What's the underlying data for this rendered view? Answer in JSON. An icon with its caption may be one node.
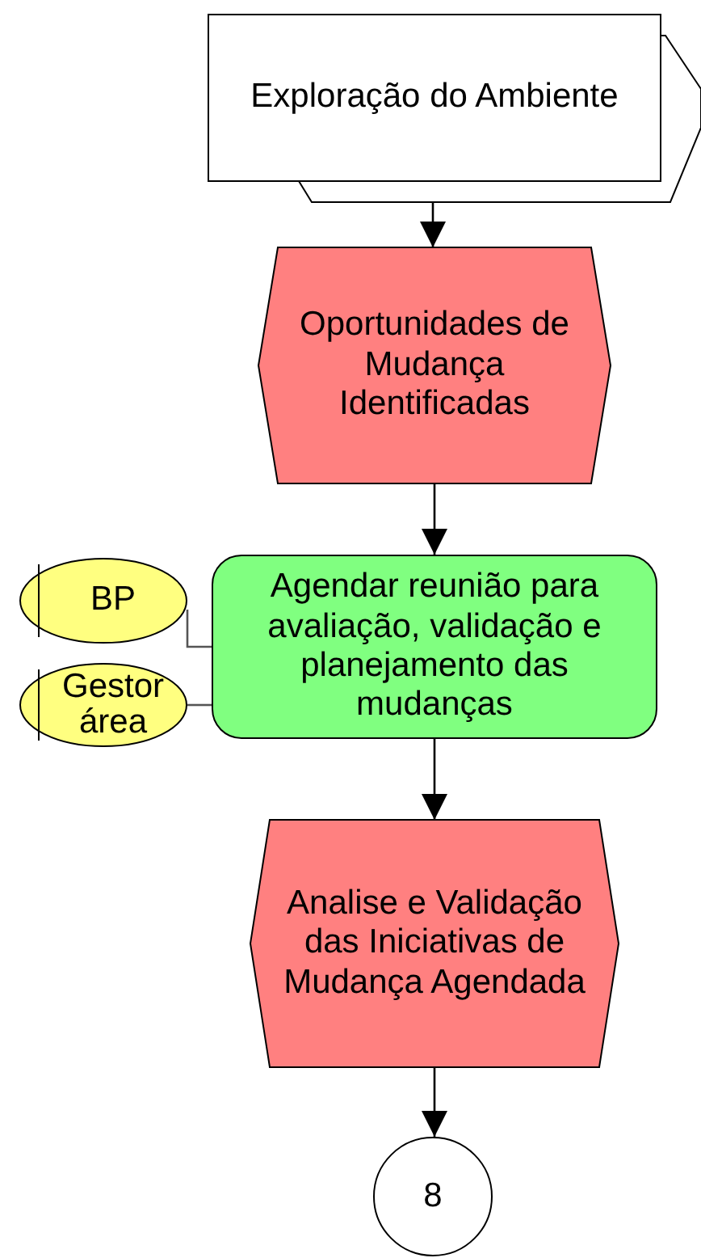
{
  "diagram": {
    "nodes": [
      {
        "text": [
          "Exploração do Ambiente"
        ]
      },
      {
        "text": [
          "Oportunidades de Mudança Identificadas"
        ]
      },
      {
        "text": [
          "Agendar reunião para avaliação, validação e planejamento das mudanças"
        ]
      },
      {
        "text": [
          "BP"
        ]
      },
      {
        "text": [
          "Gestor área"
        ]
      },
      {
        "text": [
          "Analise e Validação das Iniciativas de Mudança Agendada"
        ]
      },
      {
        "text": [
          "8"
        ]
      }
    ],
    "edges": [
      {
        "from": 0,
        "to": 1,
        "arrow": "to"
      },
      {
        "from": 1,
        "to": 2,
        "arrow": "to"
      },
      {
        "from": 3,
        "to": 2,
        "arrow": "none"
      },
      {
        "from": 4,
        "to": 2,
        "arrow": "none"
      },
      {
        "from": 2,
        "to": 5,
        "arrow": "to"
      },
      {
        "from": 5,
        "to": 6,
        "arrow": "to"
      }
    ]
  }
}
